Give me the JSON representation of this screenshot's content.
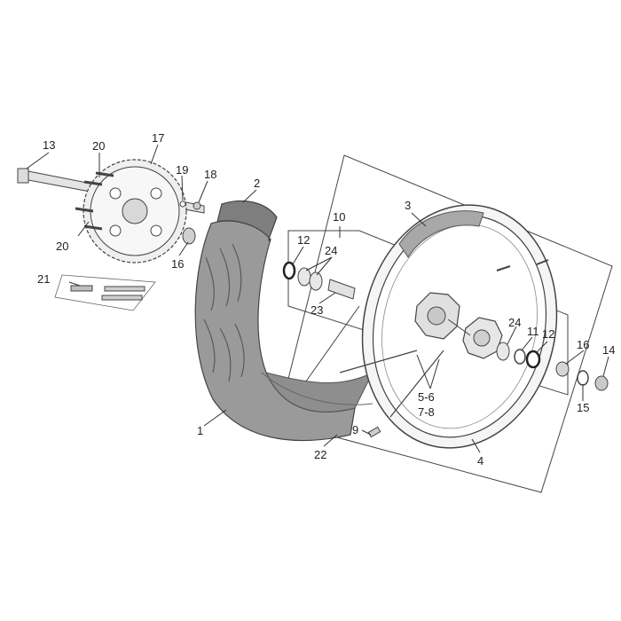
{
  "callouts": {
    "c1": "1",
    "c2": "2",
    "c3": "3",
    "c4": "4",
    "c5": "5-6",
    "c7": "7-8",
    "c9": "9",
    "c10": "10",
    "c11": "11",
    "c12a": "12",
    "c12b": "12",
    "c13": "13",
    "c14": "14",
    "c15": "15",
    "c16a": "16",
    "c16b": "16",
    "c17": "17",
    "c18": "18",
    "c19": "19",
    "c20a": "20",
    "c20b": "20",
    "c21": "21",
    "c22": "22",
    "c23": "23",
    "c24a": "24",
    "c24b": "24"
  },
  "colors": {
    "tire_fill": "#9a9a9a",
    "tire_dark": "#7e7e7e",
    "rim_fill": "#f2f2f2",
    "part_fill": "#d9d9d9",
    "line": "#444444"
  }
}
